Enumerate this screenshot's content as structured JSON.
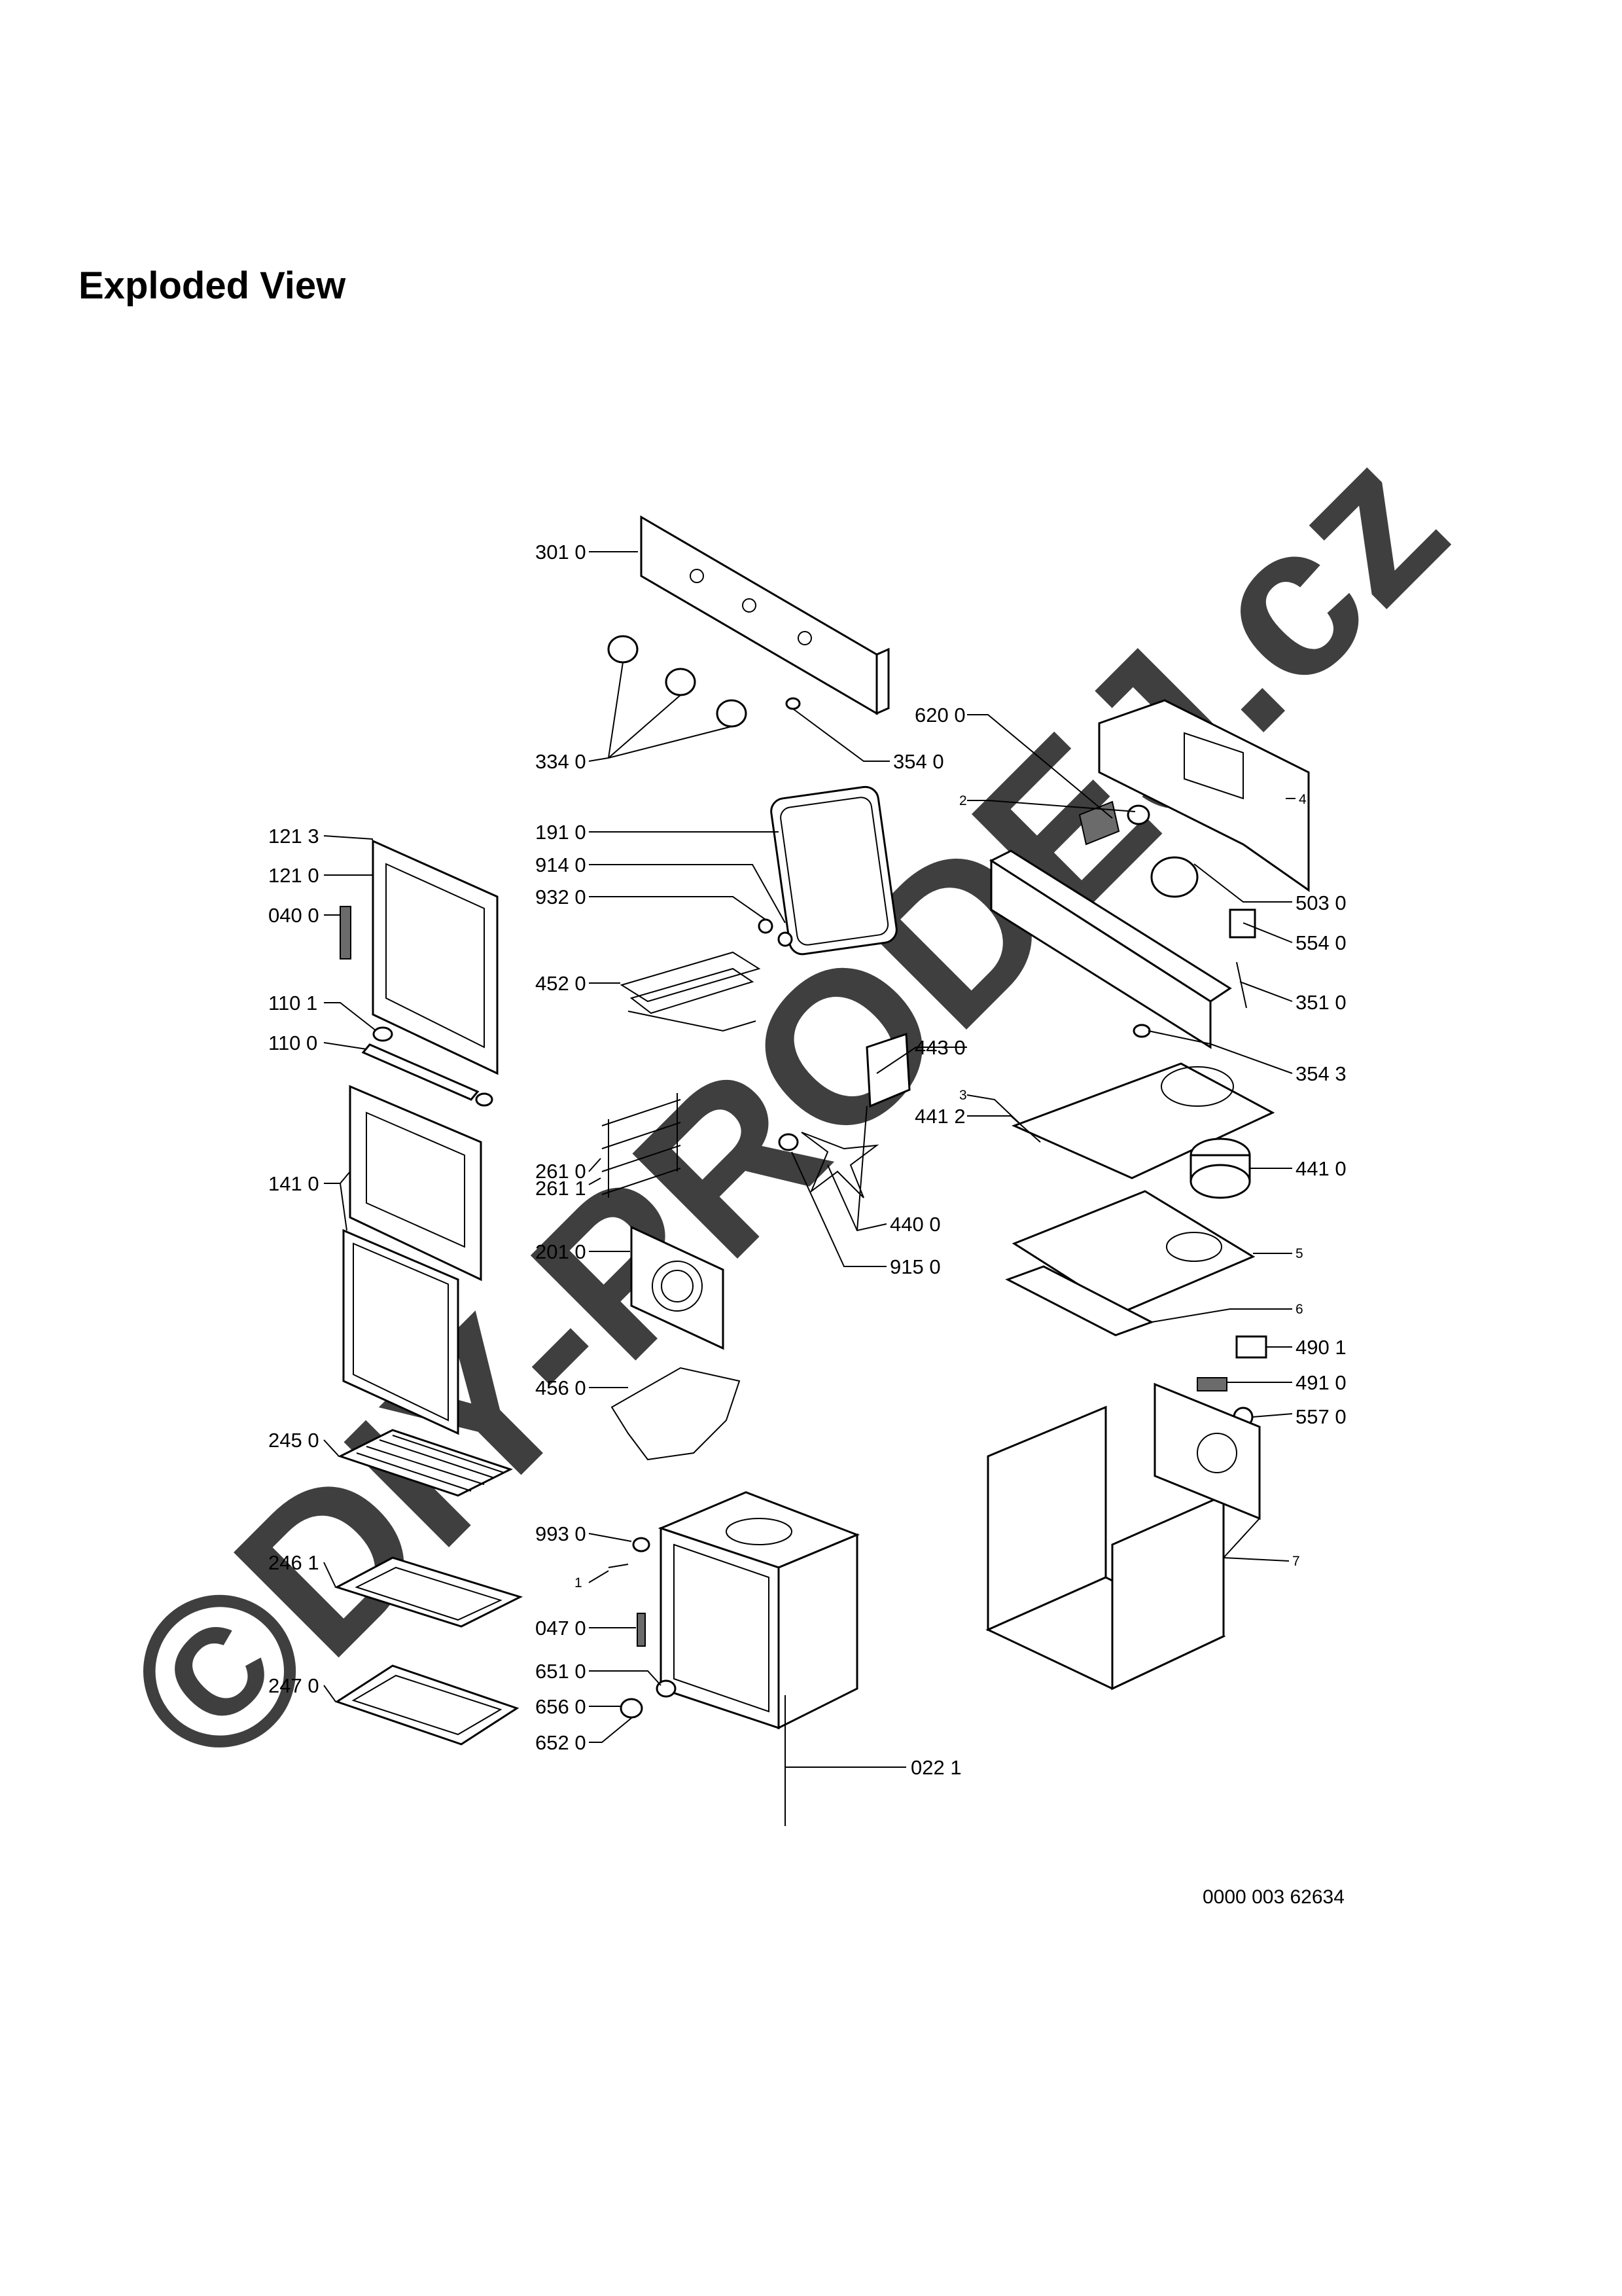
{
  "title": "Exploded View",
  "watermark": "©DIY-PRODEJ.cz",
  "drawing_number": "0000 003 62634",
  "part_labels": [
    "301 0",
    "334 0",
    "354 0",
    "620 0",
    "4",
    "2",
    "503 0",
    "554 0",
    "351 0",
    "354 3",
    "121 3",
    "121 0",
    "040 0",
    "191 0",
    "914 0",
    "932 0",
    "452 0",
    "110 1",
    "110 0",
    "443 0",
    "3",
    "441 2",
    "441 0",
    "141 0",
    "261 0",
    "261 1",
    "440 0",
    "201 0",
    "915 0",
    "5",
    "6",
    "490 1",
    "491 0",
    "557 0",
    "456 0",
    "245 0",
    "993 0",
    "1",
    "047 0",
    "7",
    "246 1",
    "247 0",
    "651 0",
    "656 0",
    "652 0",
    "022 1"
  ]
}
